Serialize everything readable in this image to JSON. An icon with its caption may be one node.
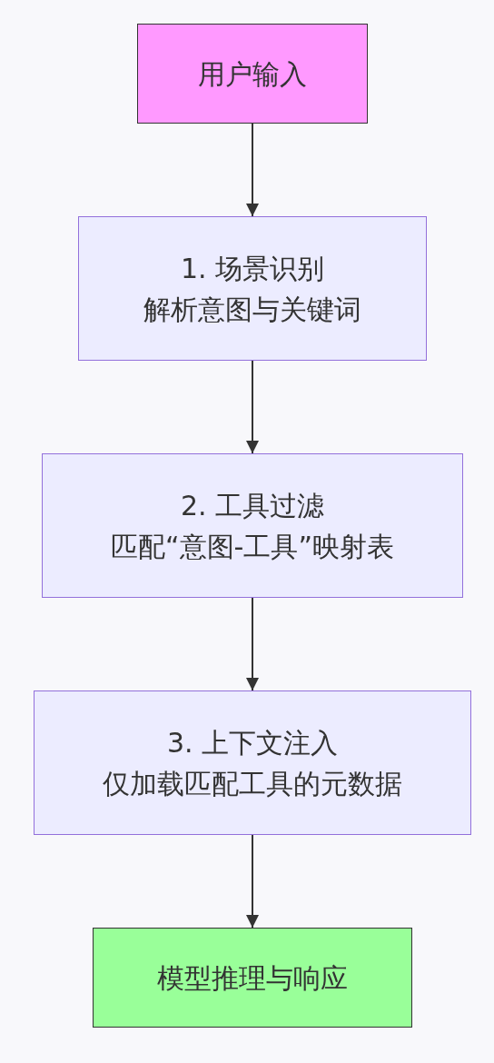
{
  "diagram": {
    "nodes": [
      {
        "text": [
          "用户输入"
        ]
      },
      {
        "text": [
          "1. 场景识别",
          "解析意图与关键词"
        ]
      },
      {
        "text": [
          "2. 工具过滤",
          "匹配“意图-工具”映射表"
        ]
      },
      {
        "text": [
          "3. 上下文注入",
          "仅加载匹配工具的元数据"
        ]
      },
      {
        "text": [
          "模型推理与响应"
        ]
      }
    ],
    "edges": [
      {
        "from": 0,
        "to": 1,
        "arrow": "to"
      },
      {
        "from": 1,
        "to": 2,
        "arrow": "to"
      },
      {
        "from": 2,
        "to": 3,
        "arrow": "to"
      },
      {
        "from": 3,
        "to": 4,
        "arrow": "to"
      }
    ]
  }
}
